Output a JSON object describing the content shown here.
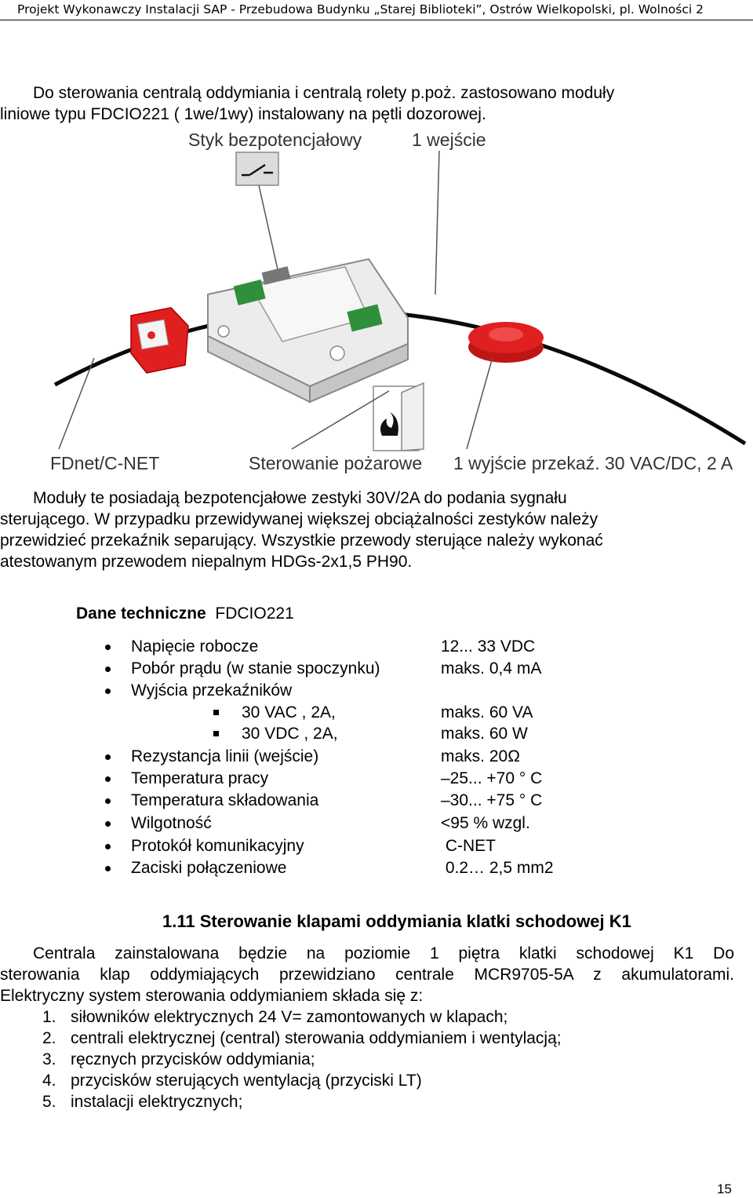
{
  "header": {
    "text": "Projekt Wykonawczy Instalacji SAP - Przebudowa Budynku „Starej Biblioteki”, Ostrów Wielkopolski, pl. Wolności 2"
  },
  "intro": {
    "line1": "Do sterowania centralą oddymiania i centralą rolety p.poż. zastosowano moduły",
    "line2": "liniowe typu FDCIO221 ( 1we/1wy) instalowany na pętli dozorowej."
  },
  "figure": {
    "label_contact": "Styk bezpotencjałowy",
    "label_input": "1 wejście",
    "label_net": "FDnet/C-NET",
    "label_control": "Sterowanie pożarowe",
    "label_output": "1 wyjście przekaź. 30 VAC/DC, 2 A",
    "colors": {
      "red": "#e02020",
      "green": "#2f8f3a",
      "body": "#e9e9e9",
      "line": "#222222"
    }
  },
  "desc": {
    "line1": "Moduły te posiadają bezpotencjałowe zestyki 30V/2A do podania sygnału",
    "line2": "sterującego. W przypadku przewidywanej większej obciążalności zestyków należy",
    "line3": "przewidzieć przekaźnik separujący. Wszystkie przewody sterujące należy wykonać",
    "line4": "atestowanym przewodem niepalnym HDGs-2x1,5 PH90."
  },
  "tech": {
    "title_bold": "Dane techniczne",
    "title_model": "FDCIO221",
    "items": [
      {
        "label": "Napięcie robocze",
        "value": "12... 33 VDC"
      },
      {
        "label": "Pobór prądu (w stanie spoczynku)",
        "value": "maks. 0,4 mA"
      },
      {
        "label": "Wyjścia przekaźników",
        "value": ""
      },
      {
        "label": "30 VAC , 2A,",
        "value": "maks. 60 VA"
      },
      {
        "label": "30 VDC , 2A,",
        "value": "maks. 60 W"
      },
      {
        "label": "Rezystancja linii (wejście)",
        "value": "maks. 20Ω"
      },
      {
        "label": "Temperatura pracy",
        "value": "–25... +70 ° C"
      },
      {
        "label": "Temperatura składowania",
        "value": "–30... +75 ° C"
      },
      {
        "label": "Wilgotność",
        "value": "<95 % wzgl."
      },
      {
        "label": "Protokół komunikacyjny",
        "value": " C-NET"
      },
      {
        "label": "Zaciski połączeniowe",
        "value": " 0.2… 2,5 mm2"
      }
    ]
  },
  "section": {
    "heading": "1.11 Sterowanie klapami oddymiania klatki schodowej K1",
    "p_line1": "Centrala zainstalowana będzie na poziomie 1 piętra klatki schodowej K1 Do",
    "p_line2": "sterowania klap oddymiających przewidziano centrale MCR9705-5A z akumulatorami.",
    "p_line3": "Elektryczny system sterowania oddymianiem składa się z:",
    "list": [
      {
        "num": "1.",
        "text": "siłowników elektrycznych 24 V= zamontowanych w klapach;"
      },
      {
        "num": "2.",
        "text": "centrali elektrycznej (central) sterowania oddymianiem i wentylacją;"
      },
      {
        "num": "3.",
        "text": "ręcznych przycisków oddymiania;"
      },
      {
        "num": "4.",
        "text": "przycisków sterujących wentylacją (przyciski LT)"
      },
      {
        "num": "5.",
        "text": "instalacji elektrycznych;"
      }
    ]
  },
  "page_number": "15"
}
